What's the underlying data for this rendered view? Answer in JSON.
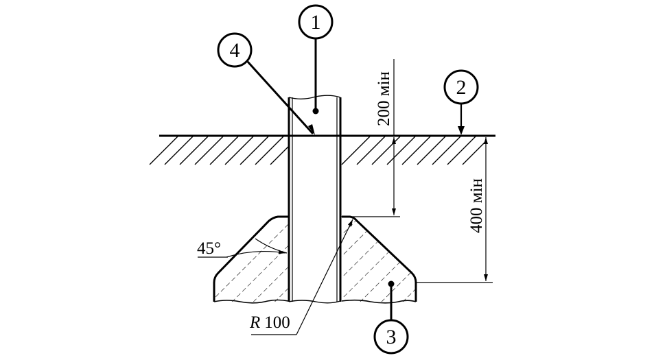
{
  "callouts": {
    "c1": "1",
    "c2": "2",
    "c3": "3",
    "c4": "4"
  },
  "dimensions": {
    "depth_above": "200 мін",
    "depth_total": "400 мін",
    "angle": "45°",
    "radius_symbol": "R",
    "radius_value": "100"
  },
  "colors": {
    "ink": "#000000",
    "background": "#ffffff"
  }
}
